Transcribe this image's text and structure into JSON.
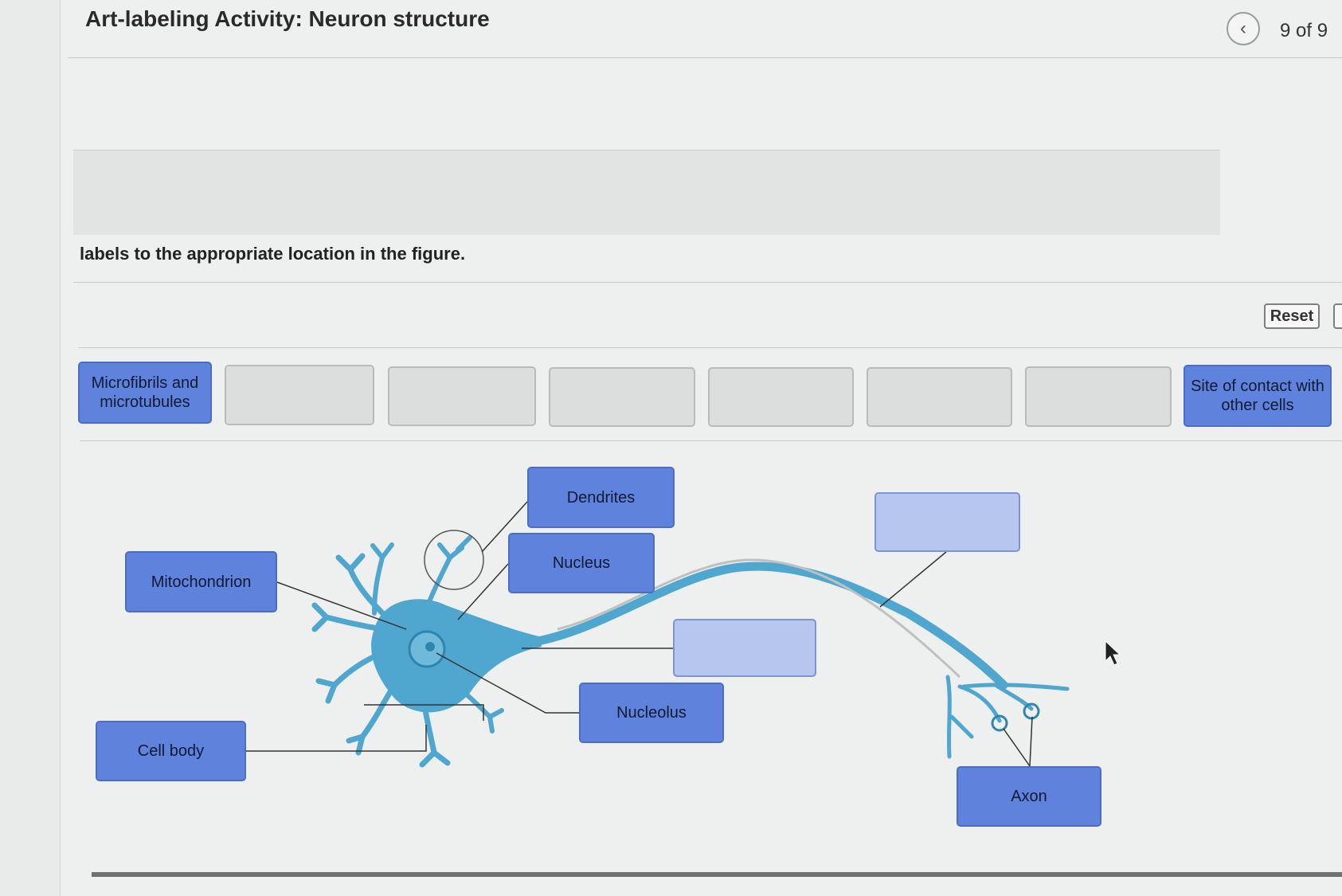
{
  "header": {
    "title": "Art-labeling Activity: Neuron structure",
    "counter": "9 of 9",
    "prev_icon": "chevron-left-icon"
  },
  "instructions": "labels to the appropriate location in the figure.",
  "toolbar": {
    "reset_label": "Reset"
  },
  "label_bank": {
    "microfibrils": "Microfibrils and microtubules",
    "site_of_contact": "Site of contact with other cells"
  },
  "placed_labels": {
    "dendrites": "Dendrites",
    "nucleus": "Nucleus",
    "mitochondrion": "Mitochondrion",
    "nucleolus": "Nucleolus",
    "cell_body": "Cell body",
    "axon": "Axon"
  },
  "colors": {
    "label_fill": "#5f82dc",
    "drop_target_fill": "#b7c6ee",
    "neuron": "#4fa6cf"
  }
}
